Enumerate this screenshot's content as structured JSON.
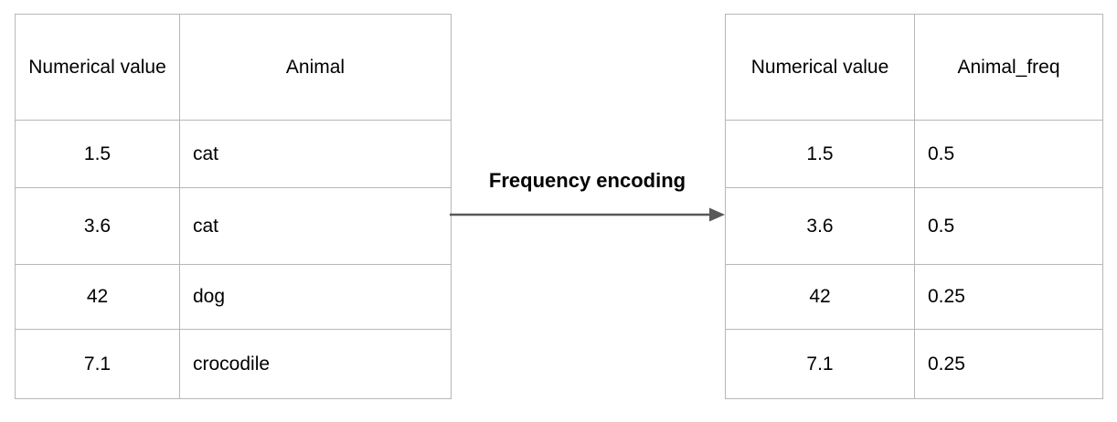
{
  "diagram": {
    "title_label": "Frequency encoding",
    "arrow": {
      "icon": "right-arrow-icon",
      "color": "#595959",
      "direction": "right"
    },
    "accent_color": "#b7b7b7"
  },
  "source_table": {
    "name": "input-table",
    "headers": [
      "Numerical value",
      "Animal"
    ],
    "rows": [
      [
        "1.5",
        "cat"
      ],
      [
        "3.6",
        "cat"
      ],
      [
        "42",
        "dog"
      ],
      [
        "7.1",
        "crocodile"
      ]
    ]
  },
  "result_table": {
    "name": "output-table",
    "headers": [
      "Numerical value",
      "Animal_freq"
    ],
    "rows": [
      [
        "1.5",
        "0.5"
      ],
      [
        "3.6",
        "0.5"
      ],
      [
        "42",
        "0.25"
      ],
      [
        "7.1",
        "0.25"
      ]
    ]
  }
}
